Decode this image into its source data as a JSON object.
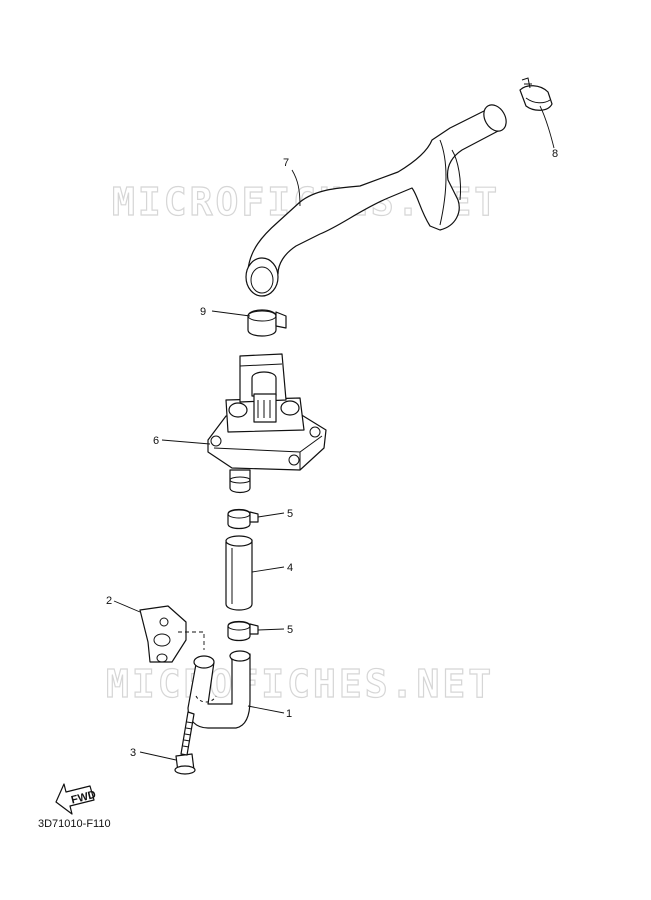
{
  "watermark": "MICROFICHES.NET",
  "diagram_code": "3D71010-F110",
  "fwd_label": "FWD",
  "callouts": {
    "c1": "1",
    "c2": "2",
    "c3": "3",
    "c4": "4",
    "c5a": "5",
    "c5b": "5",
    "c6": "6",
    "c7": "7",
    "c8": "8",
    "c9": "9"
  }
}
